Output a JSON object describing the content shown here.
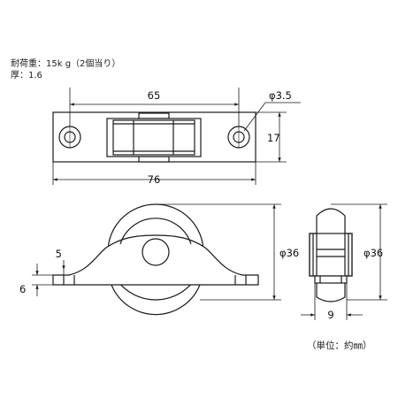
{
  "specs": {
    "load": "耐荷重：15k g（2個当り）",
    "thickness": "厚：1.6"
  },
  "dimensions": {
    "hole_pitch": "65",
    "hole_diameter": "φ3.5",
    "plate_height": "17",
    "plate_length": "76",
    "wheel_diameter_side": "φ36",
    "wheel_diameter_front": "φ36",
    "hub_offset": "5",
    "base_height": "6",
    "width": "9"
  },
  "unit_note": "（単位：約㎜）",
  "colors": {
    "line": "#1a1a1a",
    "fill": "#ffffff"
  }
}
